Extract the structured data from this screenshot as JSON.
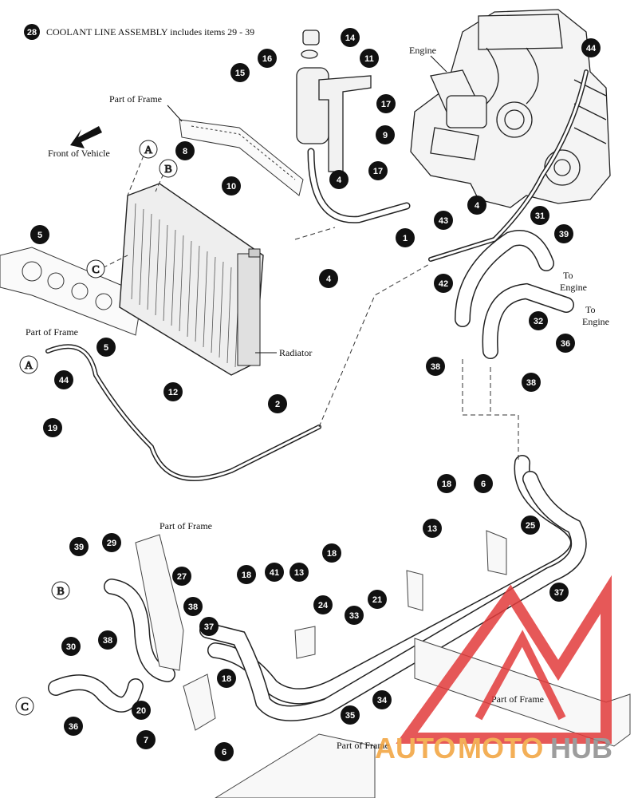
{
  "header": {
    "badge": "28",
    "text": "COOLANT LINE ASSEMBLY includes items 29 - 39"
  },
  "labels": {
    "engine": "Engine",
    "front_of_vehicle": "Front of Vehicle",
    "radiator": "Radiator",
    "frame": "Part of Frame",
    "to": "To",
    "engine_lc": "Engine"
  },
  "letters": [
    "A",
    "B",
    "C"
  ],
  "callouts": [
    "1",
    "2",
    "4",
    "5",
    "6",
    "7",
    "8",
    "9",
    "10",
    "11",
    "12",
    "13",
    "14",
    "15",
    "16",
    "17",
    "18",
    "19",
    "20",
    "21",
    "24",
    "25",
    "27",
    "29",
    "30",
    "31",
    "32",
    "33",
    "34",
    "35",
    "36",
    "37",
    "38",
    "39",
    "41",
    "42",
    "43",
    "44"
  ],
  "watermark": {
    "auto": "AUTO",
    "moto": "MOTO",
    "hub": "HUB",
    "color_red": "#e23b3b",
    "color_orange": "#f2a23a",
    "color_gray": "#8d8d8d"
  }
}
